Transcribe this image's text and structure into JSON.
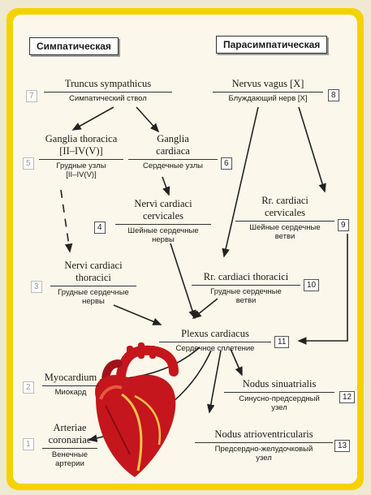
{
  "headers": {
    "sympathetic": "Симпатическая",
    "parasympathetic": "Парасимпатическая"
  },
  "nodes": {
    "truncus": {
      "latin": "Truncus sympathicus",
      "russian": "Симпатический ствол",
      "number": "7"
    },
    "vagus": {
      "latin": "Nervus vagus [X]",
      "russian": "Блуждающий нерв [X]",
      "number": "8"
    },
    "ganglia_thoracica": {
      "latin1": "Ganglia thoracica",
      "latin2": "[II–IV(V)]",
      "russian1": "Грудные узлы",
      "russian2": "[II–IV(V)]",
      "number": "5"
    },
    "ganglia_cardiaca": {
      "latin1": "Ganglia",
      "latin2": "cardiaca",
      "russian": "Сердечные узлы",
      "number": "6"
    },
    "nervi_cervicales": {
      "latin1": "Nervi cardiaci",
      "latin2": "cervicales",
      "russian1": "Шейные сердечные",
      "russian2": "нервы",
      "number": "4"
    },
    "rr_cervicales": {
      "latin1": "Rr. cardiaci",
      "latin2": "cervicales",
      "russian1": "Шейные сердечные",
      "russian2": "ветви",
      "number": "9"
    },
    "nervi_thoracici": {
      "latin1": "Nervi cardiaci",
      "latin2": "thoracici",
      "russian1": "Грудные сердечные",
      "russian2": "нервы",
      "number": "3"
    },
    "rr_thoracici": {
      "latin": "Rr. cardiaci thoracici",
      "russian1": "Грудные сердечные",
      "russian2": "ветви",
      "number": "10"
    },
    "plexus": {
      "latin": "Plexus cardiacus",
      "russian": "Сердечное сплетение",
      "number": "11"
    },
    "myocardium": {
      "latin": "Myocardium",
      "russian": "Миокард",
      "number": "2"
    },
    "nodus_sinu": {
      "latin": "Nodus sinuatrialis",
      "russian1": "Синусно-предсердный",
      "russian2": "узел",
      "number": "12"
    },
    "arteriae": {
      "latin1": "Arteriae",
      "latin2": "coronariae",
      "russian1": "Венечные",
      "russian2": "артерии",
      "number": "1"
    },
    "nodus_atrio": {
      "latin": "Nodus atrioventricularis",
      "russian1": "Предсердно-желудочковый",
      "russian2": "узел",
      "number": "13"
    }
  },
  "colors": {
    "frame": "#f4d200",
    "panel": "#fbf7ea",
    "heart_red": "#c4161c",
    "heart_dark": "#8a0b10"
  }
}
